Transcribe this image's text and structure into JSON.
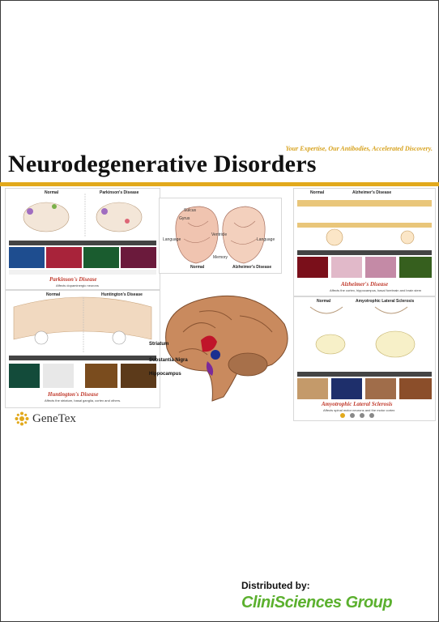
{
  "header": {
    "tagline": "Your Expertise, Our Antibodies, Accelerated Discovery.",
    "title": "Neurodegenerative Disorders"
  },
  "panels": {
    "parkinsons": {
      "normal": "Normal",
      "disease": "Parkinson's Disease",
      "caption": "Parkinson's Disease",
      "sub": "Affects dopaminergic neurons"
    },
    "huntingtons": {
      "normal": "Normal",
      "disease": "Huntington's Disease",
      "caption": "Huntington's Disease",
      "sub": "Affects the striatum, basal ganglia, cortex and others."
    },
    "alzheimers_brain": {
      "normal": "Normal",
      "disease": "Alzheimer's Disease",
      "sulcus": "Sulcus",
      "gyrus": "Gyrus",
      "ventricle": "Ventricle",
      "language": "Language",
      "memory": "Memory"
    },
    "alzheimers": {
      "normal": "Normal",
      "disease": "Alzheimer's Disease",
      "caption": "Alzheimer's Disease",
      "sub": "Affects the cortex, hippocampus, basal forebrain and brain stem"
    },
    "als": {
      "normal": "Normal",
      "disease": "Amyotrophic Lateral Sclerosis",
      "caption": "Amyotrophic Lateral Sclerosis",
      "sub": "Affects spinal motor neurons and the motor cortex"
    }
  },
  "brain_labels": {
    "striatum": "Striatum",
    "substantia_nigra": "Substantia Nigra",
    "hippocampus": "Hippocampus"
  },
  "logo": {
    "text": "GeneTex"
  },
  "footer": {
    "distributed": "Distributed by:",
    "company": "CliniSciences Group"
  },
  "colors": {
    "gold": "#e2a91c",
    "green": "#5bb02e",
    "red": "#c0392b"
  }
}
